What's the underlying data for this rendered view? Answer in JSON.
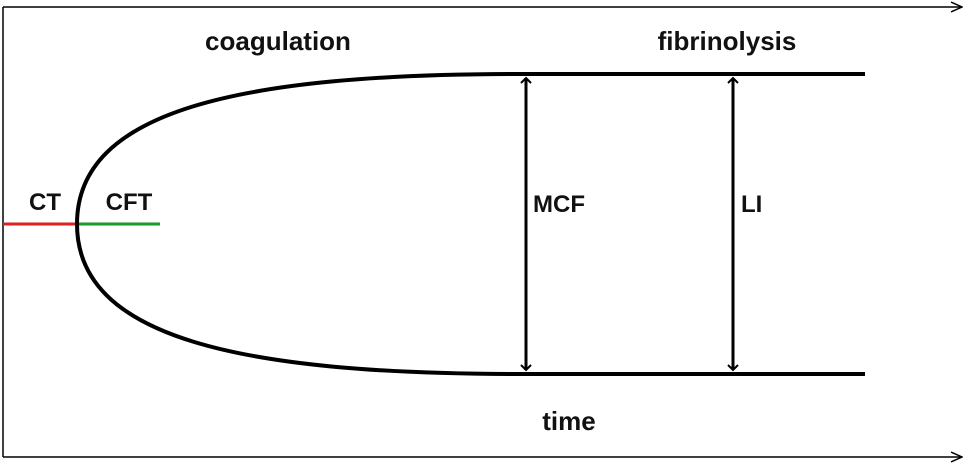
{
  "labels": {
    "coagulation": "coagulation",
    "fibrinolysis": "fibrinolysis",
    "ct": "CT",
    "cft": "CFT",
    "mcf": "MCF",
    "li": "LI",
    "time": "time"
  },
  "colors": {
    "ct_segment": "#dd2020",
    "cft_segment": "#1a9a2a",
    "curve": "#000000",
    "axes": "#000000"
  }
}
